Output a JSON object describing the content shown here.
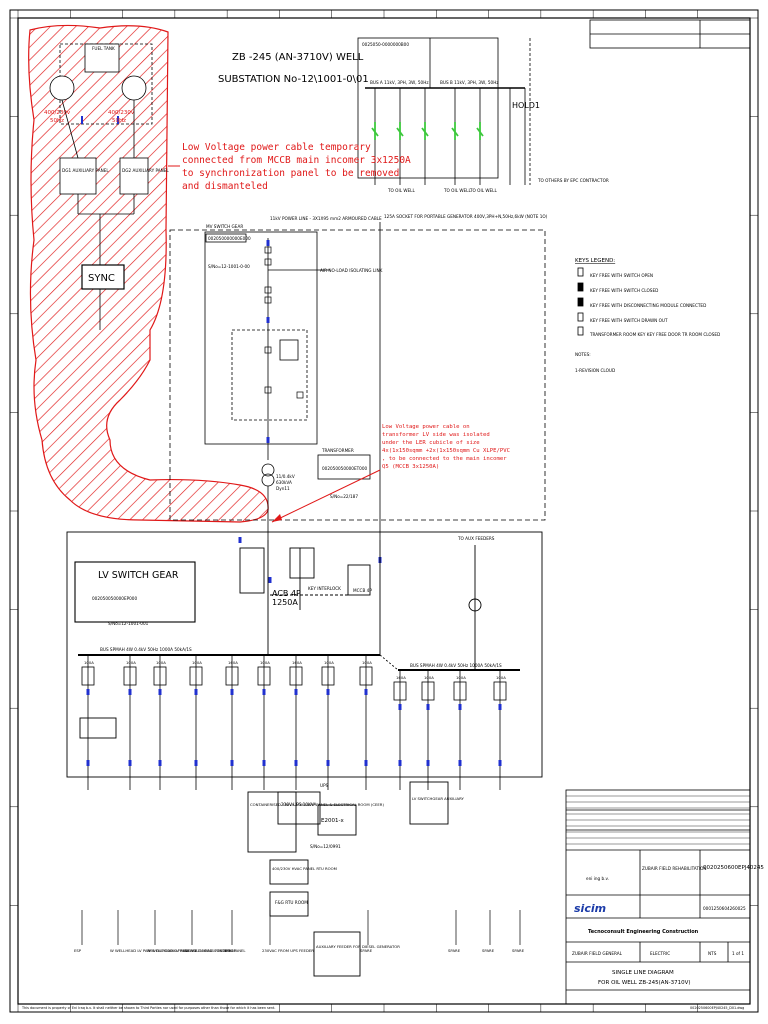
{
  "title_lines": [
    "ZB -245 (AN-3710V) WELL",
    "SUBSTATION No-12\\1001-0\\01"
  ],
  "top_right_small": [
    "0025050-0000000B00",
    "BUS A 11kV, 3PH, 3W, 50Hz",
    "BUS B 11kV, 3PH, 3W, 50Hz"
  ],
  "hold_label": "HOLD1",
  "to_oil_well": [
    "TO OIL WELL",
    "TO OIL WELL",
    "TO OIL WELL"
  ],
  "to_others": "TO OTHERS BY EPC CONTRACTOR",
  "red_note_1": [
    "Low Voltage power cable temporary",
    "connected from MCCB main incomer 3x1250A",
    "to synchronization panel to be removed",
    "and dismanteled"
  ],
  "red_note_2": [
    "Low Voltage power cable on",
    "transformer LV side was isolated",
    "under the LER cubicle of size",
    "4x(1x150sqmm +2x(1x150sqmm Cu XLPE/PVC",
    ", to be connected to the main incomer",
    "Q5 (MCCB 3x1250A)"
  ],
  "left_panel": {
    "fuel_tank": "FUEL TANK",
    "gen_left": [
      "400/230v",
      "50Hz"
    ],
    "gen_right": [
      "400/230v",
      "50Hz"
    ],
    "panel_left": "DG1 AUXILIARY PANEL",
    "panel_right": "DG2 AUXILIARY PANEL",
    "sync": "SYNC"
  },
  "mv_switchgear": {
    "title": "MV SWITCH GEAR",
    "tag": "002050000000E000",
    "sub": "S/No=12-1001-0-00"
  },
  "cable_labels": [
    "11kV POWER LINE - 3X1X95 mm2 ARMOURED CABLE",
    "125A SOCKET FOR PORTABLE GENERATOR 400V,3PH+N,50Hz,6kW (NOTE 1O)"
  ],
  "air_no_load": "AIR NO-LOAD ISOLATING LINK",
  "transformer": {
    "title": "TRANSFORMER",
    "tag": "002050050000ET000",
    "sub": "S/No=22/187",
    "rating": [
      "11/0.4kV",
      "630kVA",
      "Dyn11"
    ]
  },
  "keys_legend": {
    "title": "KEYS LEGEND:",
    "items": [
      "KEY FREE WITH SWITCH OPEN",
      "KEY FREE WITH SWITCH CLOSED",
      "KEY FREE WITH DISCONNECTING MODULE CONNECTED",
      "KEY FREE WITH SWITCH DRAWN OUT",
      "TRANSFORMER ROOM KEY KEY FREE DOOR TR ROOM CLOSED"
    ],
    "notes_title": "NOTES:",
    "notes": [
      "1-REVISION CLOUD"
    ]
  },
  "lv_switchgear": {
    "title": "LV SWITCH GEAR",
    "tag": "002050050000EP000",
    "sub": "S/No=12-1001-001",
    "acb": [
      "ACB 4P",
      "1250A"
    ],
    "mccb": "MCCB 4P",
    "key_interlock": "KEY INTERLOCK",
    "bus_a": "BUS SPMAH 4W 0.4kV 50Hz 1000A 50kA/1S",
    "bus_b": "BUS SPMAH 4W 0.4kV 50Hz 1000A 50kA/1S",
    "to_aux": "TO AUX FEEDERS"
  },
  "feeder_ratings": [
    "100A",
    "100A",
    "100A",
    "100A",
    "160A",
    "100A",
    "160A",
    "100A",
    "100A",
    "160A",
    "100A",
    "100A",
    "100A"
  ],
  "bottom_boxes": [
    "CONTAINERISED 75kVA AUXILIARY PANEL & ELECTRICAL ROOM (CEER)",
    "230V UPS 10KVA",
    "E2001-x",
    "400/230V HVAC PANEL RTU ROOM",
    "F&G RTU ROOM",
    "LV SWITCHGEAR AUXILIARY",
    "AUXILIARY FEEDER FOR DIESEL GENERATOR"
  ],
  "ups": {
    "label": "UPS",
    "sub": "S/No=12/0991"
  },
  "feeder_labels": [
    "ESP",
    "W WELLHEAD LV PANEL OUTGOING FEEDER 1",
    "W WELLHEAD LV PANEL OUTGOING FEEDER 2",
    "OIL WELLHEAD CONTROL PANEL",
    "SPARE",
    "230VAC FROM UPS FEEDER",
    "SPARE",
    "SPARE",
    "SPARE",
    "SPARE"
  ],
  "title_block": {
    "doc_no": "0020250600EPJ40245",
    "doc_no_2": "0001250604260025",
    "company_1": "eni ing b.v.",
    "company_2": "sicim",
    "company_3": "Tecnoconsult Engineering Construction",
    "field": "ZUBAIR FIELD GENERAL",
    "drawing_title": [
      "SINGLE LINE DIAGRAM",
      "FOR OIL WELL ZB-245(AN-3710V)"
    ],
    "scale": "NTS",
    "sheet": "1 of 1",
    "discipline": "ELECTRIC",
    "project": "ZUBAIR FIELD REHABILITATION"
  },
  "footer": "This document is property of Eni Iraq b.v. It shall neither be shown to Third Parties nor used for purposes other than those for which it has been sent.",
  "footer_file": "0020250600EPJ40245_D01.dwg",
  "colors": {
    "red": "#e01818",
    "green": "#3cc83c",
    "blue": "#2030d0",
    "line": "#000000"
  }
}
